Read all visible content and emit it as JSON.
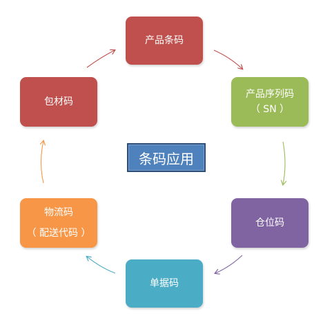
{
  "center_title": "条码应用",
  "nodes": {
    "product_barcode": {
      "lines": [
        "产品条码"
      ],
      "color": "#c0504d"
    },
    "serial_code": {
      "lines": [
        "产品序列码",
        "（ SN ）"
      ],
      "color": "#9bbb59"
    },
    "location_code": {
      "lines": [
        "仓位码"
      ],
      "color": "#8064a2"
    },
    "document_code": {
      "lines": [
        "单据码"
      ],
      "color": "#4bacc6"
    },
    "logistics_code": {
      "lines": [
        "物流码",
        "（ 配送代码 ）"
      ],
      "color": "#f79646"
    },
    "packaging_code": {
      "lines": [
        "包材码"
      ],
      "color": "#c0504d"
    }
  },
  "arrow_colors": {
    "product_to_serial": "#c0504d",
    "serial_to_location": "#9bbb59",
    "location_to_document": "#8064a2",
    "document_to_logistics": "#4bacc6",
    "logistics_to_packaging": "#f79646",
    "packaging_to_product": "#c0504d"
  }
}
